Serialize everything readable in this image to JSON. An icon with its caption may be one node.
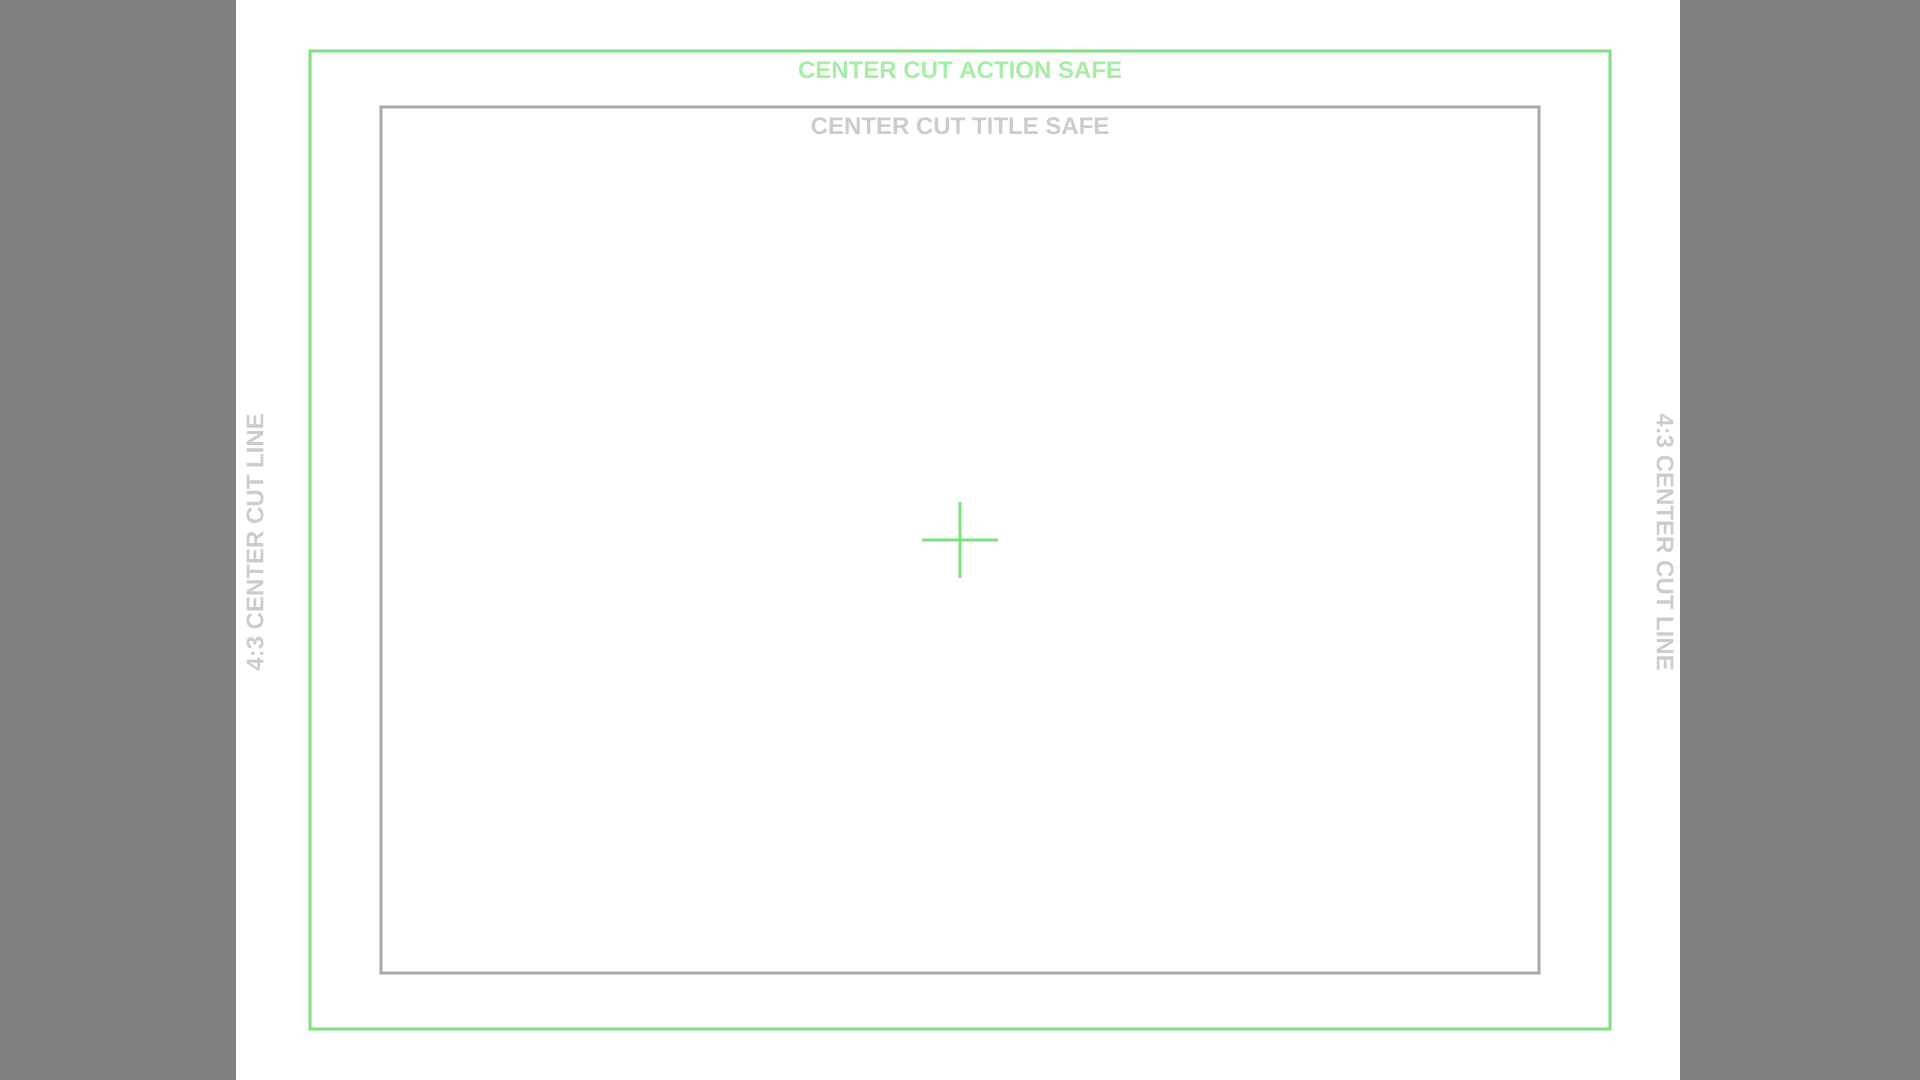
{
  "diagram": {
    "nodes": [
      {
        "text": [],
        "shape": "bar"
      },
      {
        "text": [
          "CENTER CUT ACTION SAFE"
        ]
      },
      {
        "text": [
          "CENTER CUT TITLE SAFE"
        ],
        "in": 1
      },
      {
        "text": [],
        "shape": "bar"
      }
    ],
    "labels": [
      "4:3 CENTER CUT LINE",
      "4:3 CENTER CUT LINE"
    ]
  }
}
